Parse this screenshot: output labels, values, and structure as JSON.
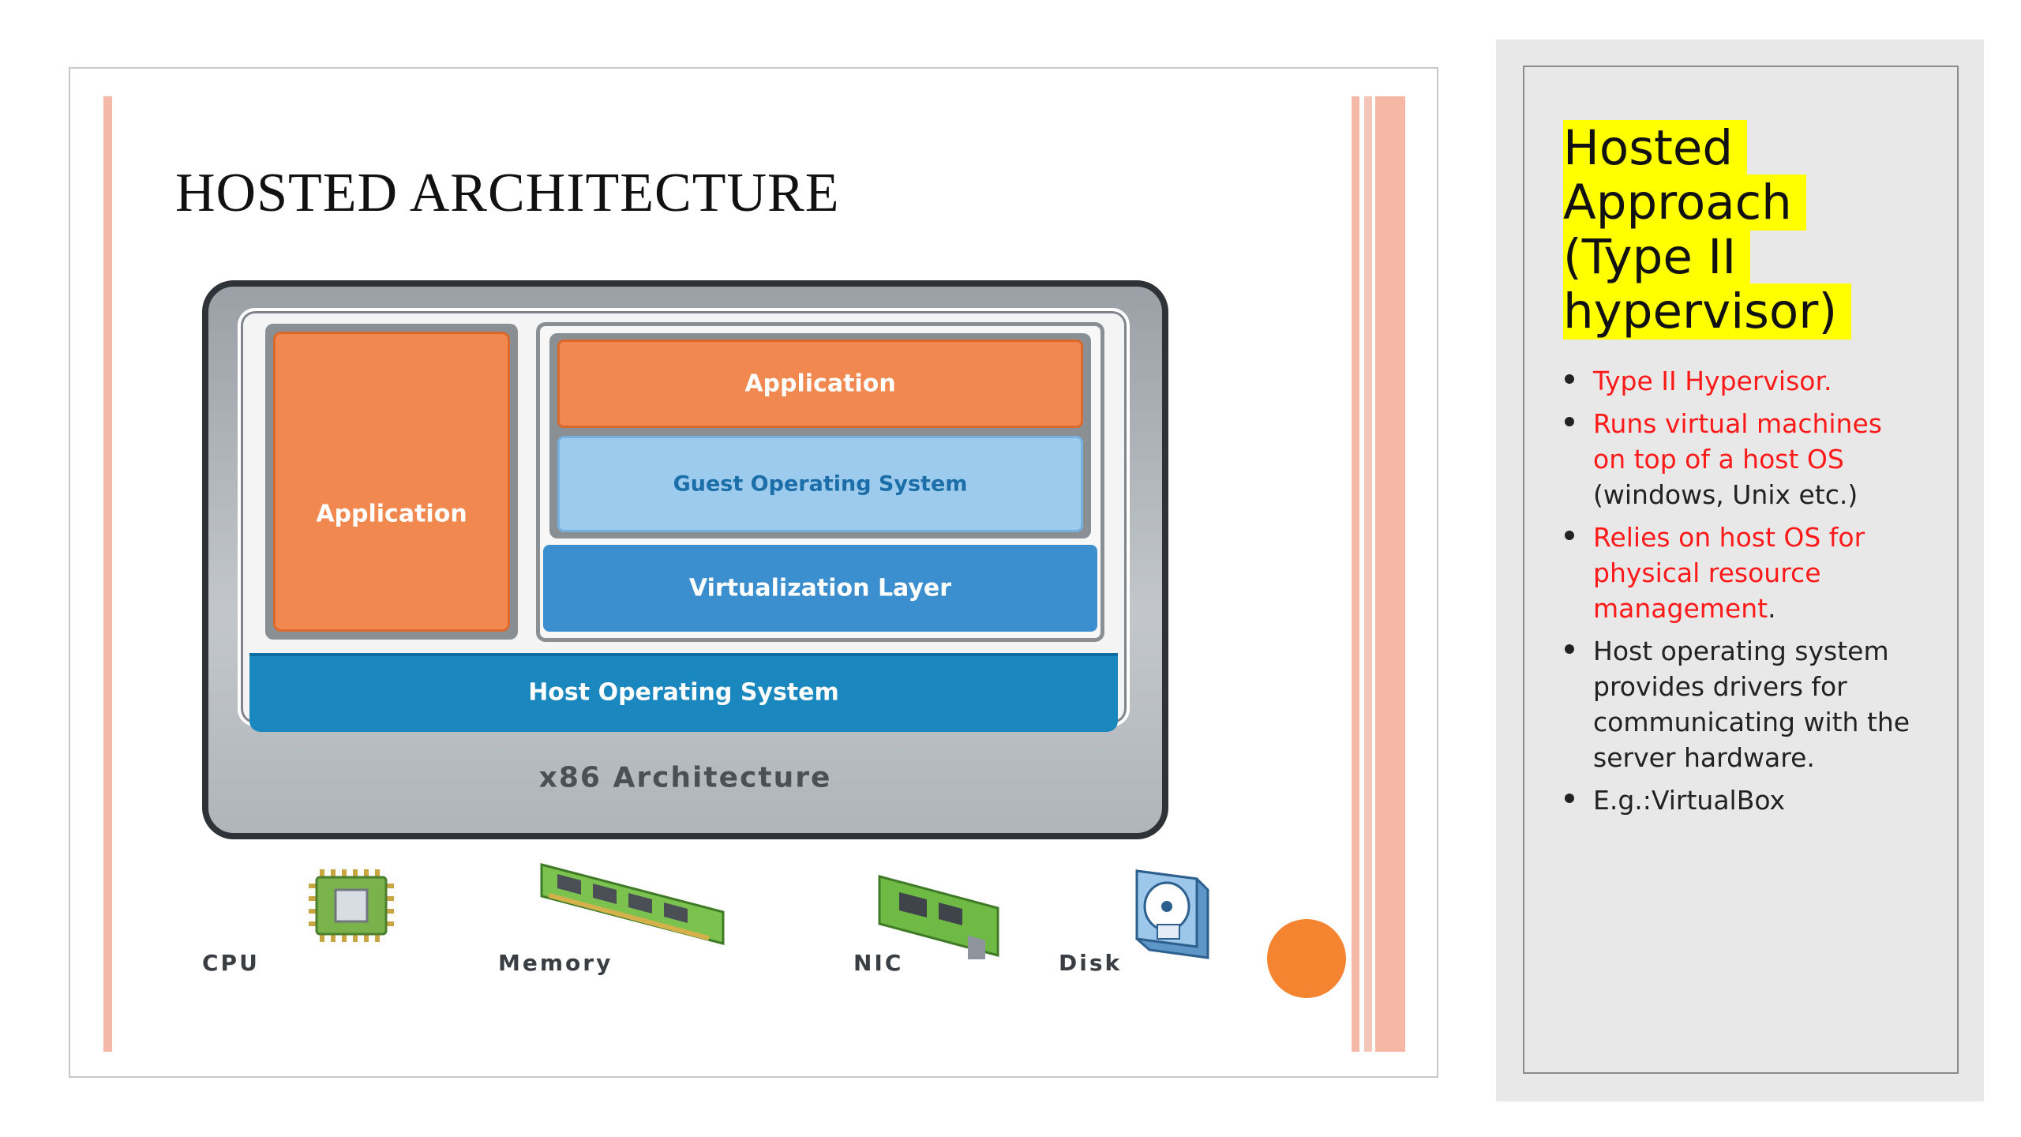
{
  "slide": {
    "title": "HOSTED ARCHITECTURE"
  },
  "diagram": {
    "app_left": "Application",
    "app_top": "Application",
    "guest_os": "Guest Operating System",
    "virtualization_layer": "Virtualization Layer",
    "host_os": "Host Operating System",
    "architecture": "x86 Architecture",
    "hardware": {
      "cpu": "CPU",
      "memory": "Memory",
      "nic": "NIC",
      "disk": "Disk"
    }
  },
  "notes": {
    "heading_lines": [
      "Hosted",
      "Approach",
      "(Type II",
      "hypervisor)"
    ],
    "heading_highlight": "#ffff00",
    "bullets": [
      {
        "red": "Type II Hypervisor.",
        "black": ""
      },
      {
        "red": "Runs virtual machines on top of a host OS",
        "black": " (windows, Unix etc.)"
      },
      {
        "red": "Relies on host OS for physical resource management",
        "black": "."
      },
      {
        "red": "",
        "black": "Host operating system provides drivers for communicating with the server hardware."
      },
      {
        "red": "",
        "black": "E.g.:VirtualBox"
      }
    ]
  },
  "colors": {
    "application": "#f0884f",
    "guest_os": "#9dcbee",
    "virtualization_layer": "#3c8fce",
    "host_os": "#1b87bf",
    "accent_circle": "#f4842f",
    "stripe": "#f5b9a8",
    "red_text": "#ff1a1a"
  }
}
